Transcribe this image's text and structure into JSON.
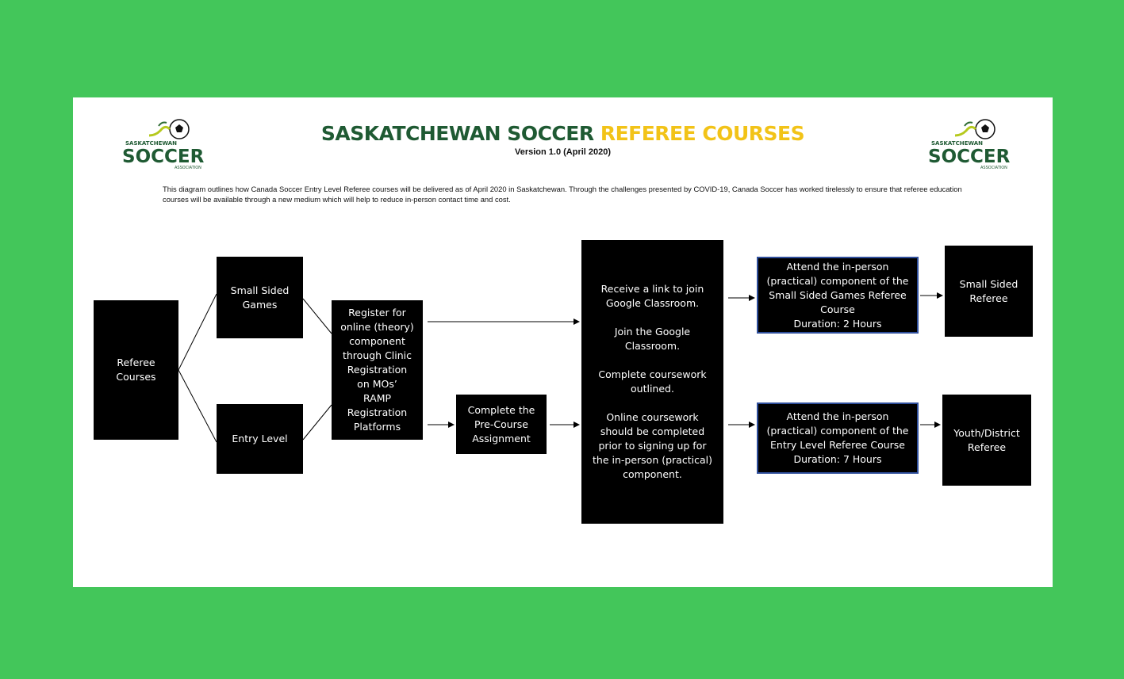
{
  "header": {
    "title_part1": "SASKATCHEWAN SOCCER",
    "title_part2": "REFEREE COURSES",
    "version": "Version 1.0 (April 2020)"
  },
  "logo": {
    "top_text": "SASKATCHEWAN",
    "main_text": "SOCCER",
    "bottom_text": "ASSOCIATION"
  },
  "intro": "This diagram outlines how Canada Soccer Entry Level Referee courses will be delivered as of April 2020 in Saskatchewan. Through the challenges presented by COVID-19, Canada Soccer has worked tirelessly to ensure that referee education courses will be available through a new medium which will help to reduce in-person contact time and cost.",
  "boxes": {
    "referee_courses": "Referee\nCourses",
    "small_sided_games": "Small Sided\nGames",
    "entry_level": "Entry Level",
    "register": "Register for\nonline (theory)\ncomponent\nthrough Clinic\nRegistration\non MOs’\nRAMP\nRegistration\nPlatforms",
    "pre_course": "Complete the\nPre-Course\nAssignment",
    "google_classroom": "Receive a link to join\nGoogle Classroom.\n\nJoin the Google\nClassroom.\n\nComplete coursework\noutlined.\n\nOnline coursework\nshould be completed\nprior to signing up for\nthe in-person (practical)\ncomponent.",
    "ssg_practical": "Attend the in-person\n(practical) component of the\nSmall Sided Games Referee\nCourse\nDuration: 2 Hours",
    "entry_practical": "Attend the in-person\n(practical) component of the\nEntry Level Referee Course\nDuration: 7 Hours",
    "ssg_referee": "Small Sided\nReferee",
    "youth_referee": "Youth/District\nReferee"
  },
  "colors": {
    "background": "#43c65a",
    "title_green": "#1f5a33",
    "title_yellow": "#f2c318",
    "box_border_blue": "#2f4f9c"
  }
}
